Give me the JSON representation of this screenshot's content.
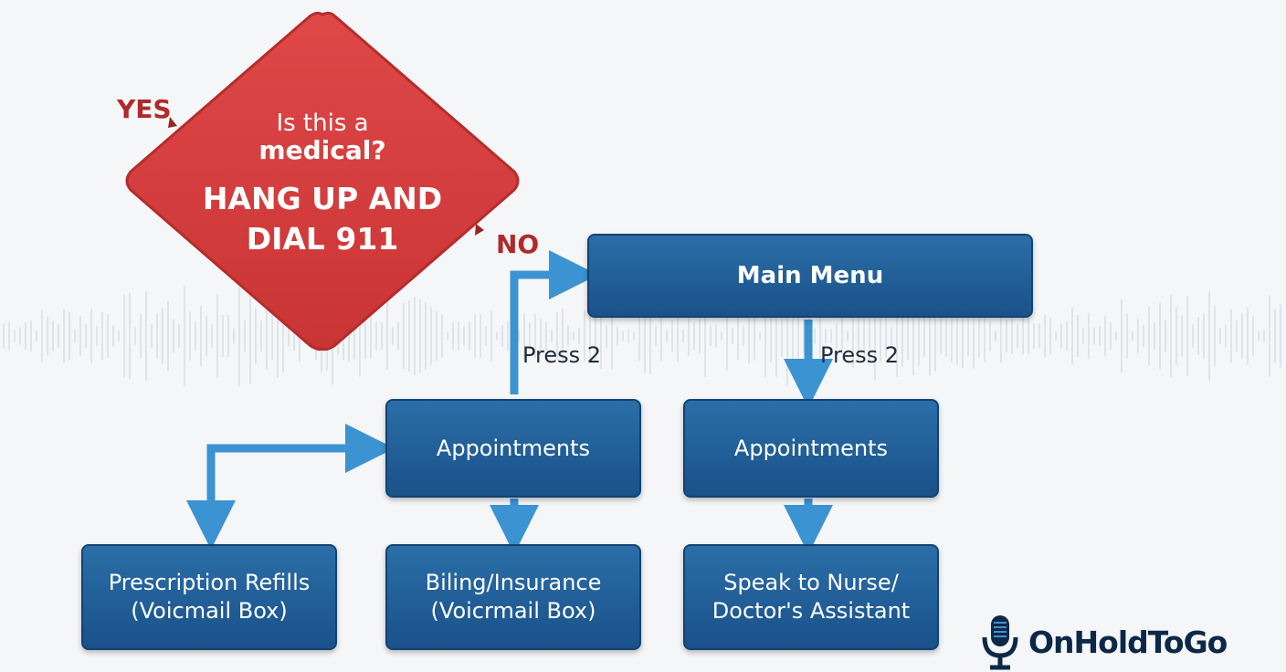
{
  "decision": {
    "question_line1": "Is this a",
    "question_line2": "medical?",
    "instruction_line1": "HANG UP AND",
    "instruction_line2": "DIAL 911",
    "yes_label": "YES",
    "no_label": "NO",
    "color": "#d64040"
  },
  "nodes": {
    "main_menu": "Main Menu",
    "appointments_left": "Appointments",
    "appointments_right": "Appointments",
    "prescription_line1": "Prescription Refills",
    "prescription_line2": "(Voicmail Box)",
    "billing_line1": "Biling/Insurance",
    "billing_line2": "(Voicrmail Box)",
    "nurse_line1": "Speak to Nurse/",
    "nurse_line2": "Doctor's Assistant"
  },
  "edges": {
    "press_left": "Press 2",
    "press_right": "Press 2"
  },
  "colors": {
    "node_fill": "#2062a0",
    "arrow": "#3b93d1",
    "warning": "#d64040"
  },
  "brand": {
    "name": "OnHoldToGo",
    "icon": "microphone-icon"
  }
}
